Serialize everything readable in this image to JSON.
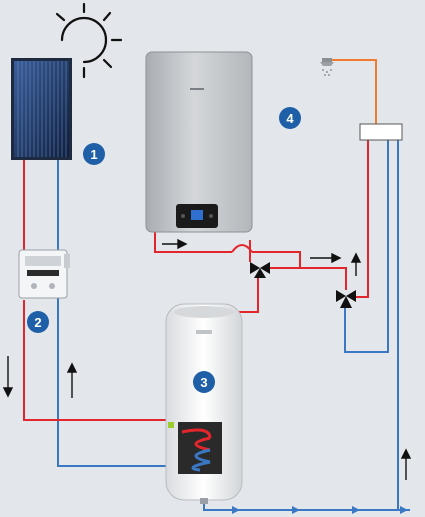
{
  "badges": [
    {
      "number": "1",
      "component": "solar-collector"
    },
    {
      "number": "2",
      "component": "solar-controller-station"
    },
    {
      "number": "3",
      "component": "hot-water-storage-tank"
    },
    {
      "number": "4",
      "component": "wall-mounted-boiler"
    }
  ],
  "colors": {
    "background": "#e3e6ea",
    "hot_pipe": "#e3262b",
    "cold_pipe": "#3b78c3",
    "shower_pipe": "#f07a2e",
    "badge": "#1e5fa8",
    "sun": "#111111"
  },
  "icons": [
    "sun-icon",
    "shower-icon",
    "flow-arrow-icon",
    "mixing-valve-icon"
  ]
}
